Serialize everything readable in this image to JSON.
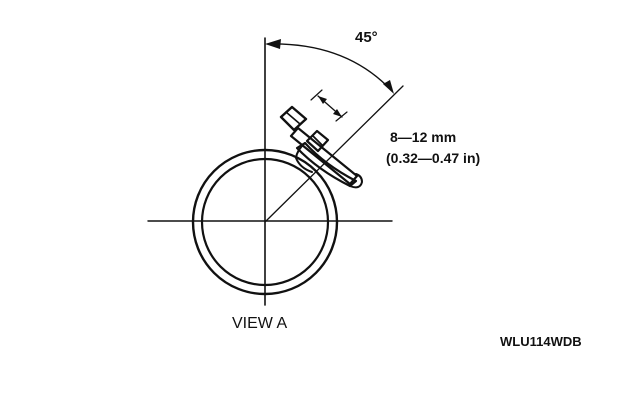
{
  "diagram": {
    "angle_label": "45°",
    "dimension_mm": "8—12 mm",
    "dimension_in": "(0.32—0.47 in)",
    "view_label": "VIEW A",
    "figure_code": "WLU114WDB"
  },
  "colors": {
    "ink": "#111111",
    "background": "#ffffff"
  }
}
